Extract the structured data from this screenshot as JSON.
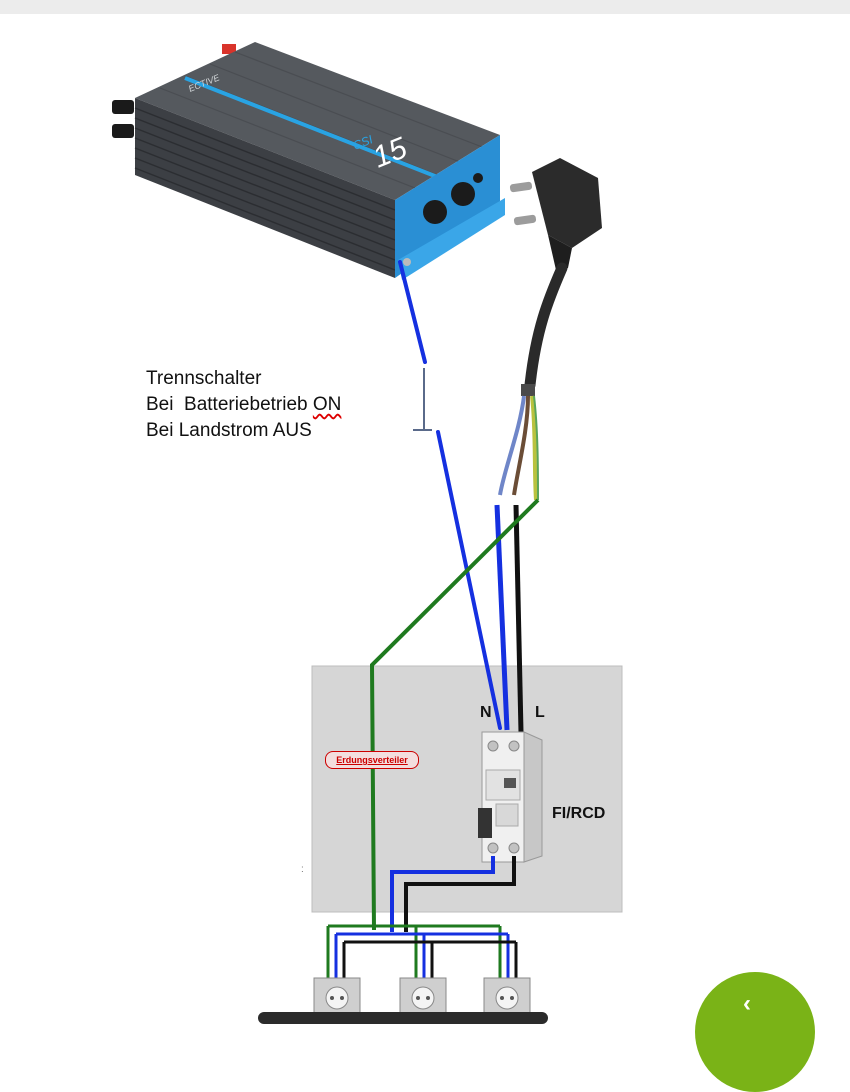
{
  "inverter": {
    "brand": "ECTIVE",
    "model_prefix": "CSI",
    "model_number": "15"
  },
  "caption": {
    "line1": "Trennschalter",
    "line2_prefix": "Bei  Batteriebetrieb ",
    "line2_word": "ON",
    "line3": "Bei Landstrom AUS"
  },
  "labels": {
    "n": "N",
    "l": "L",
    "rcd": "FI/RCD",
    "erdungsverteiler": "Erdungsverteiler"
  },
  "colors": {
    "neutral": "#1530e0",
    "live": "#111111",
    "earth": "#1f7a1f",
    "panel": "#d6d6d6",
    "fab": "#7ab317"
  },
  "fab": {
    "icon": "chevron-left-icon"
  }
}
